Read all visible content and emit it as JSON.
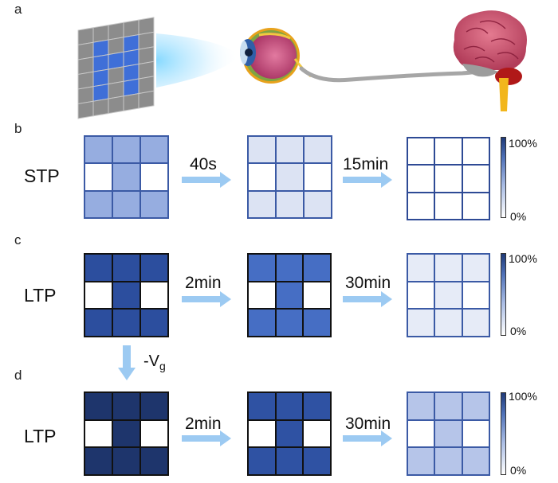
{
  "panels": {
    "a": "a",
    "b": "b",
    "c": "c",
    "d": "d"
  },
  "rows": {
    "b": {
      "label": "STP",
      "steps": [
        "40s",
        "15min"
      ],
      "grids": [
        {
          "level_letter": 0.45,
          "level_background": 0.0,
          "edge": "#3b5aa5",
          "cell_border": "#3b5aa5"
        },
        {
          "level_letter": 0.18,
          "level_background": 0.0,
          "edge": "#3b5aa5",
          "cell_border": "#3b5aa5"
        },
        {
          "level_letter": 0.0,
          "level_background": 0.0,
          "edge": "#2e4a95",
          "cell_border": "#2e4a95"
        }
      ],
      "colorbar": {
        "max_label": "100%",
        "min_label": "0%"
      }
    },
    "c": {
      "label": "LTP",
      "steps": [
        "2min",
        "30min"
      ],
      "grids": [
        {
          "level_letter": 0.88,
          "level_background": 0.0,
          "edge": "#111",
          "cell_border": "#111"
        },
        {
          "level_letter": 0.72,
          "level_background": 0.0,
          "edge": "#111",
          "cell_border": "#111"
        },
        {
          "level_letter": 0.13,
          "level_background": 0.0,
          "edge": "#3b5aa5",
          "cell_border": "#3b5aa5"
        }
      ],
      "colorbar": {
        "max_label": "100%",
        "min_label": "0%"
      }
    },
    "d": {
      "label": "LTP",
      "steps": [
        "2min",
        "30min"
      ],
      "grids": [
        {
          "level_letter": 0.98,
          "level_background": 0.0,
          "edge": "#111",
          "cell_border": "#111"
        },
        {
          "level_letter": 0.86,
          "level_background": 0.0,
          "edge": "#111",
          "cell_border": "#111"
        },
        {
          "level_letter": 0.33,
          "level_background": 0.0,
          "edge": "#3b5aa5",
          "cell_border": "#3b5aa5"
        }
      ],
      "colorbar": {
        "max_label": "100%",
        "min_label": "0%"
      }
    }
  },
  "vg_label": {
    "prefix": "-V",
    "subscript": "g"
  },
  "pattern": {
    "rows": [
      [
        1,
        1,
        1
      ],
      [
        0,
        1,
        0
      ],
      [
        1,
        1,
        1
      ]
    ]
  },
  "colors": {
    "arrow": "#9ccaf2",
    "screen_gray": "#8c8c8c",
    "screen_letter": "#3f6fd8",
    "brain": "#c0506b",
    "nerve": "#a0a0a0",
    "brainstem": "#f2b61c",
    "cerebellum": "#b01818"
  },
  "icons": [
    "pixel-screen-icon",
    "light-beam-icon",
    "eye-icon",
    "optic-nerve-icon",
    "brain-icon"
  ]
}
